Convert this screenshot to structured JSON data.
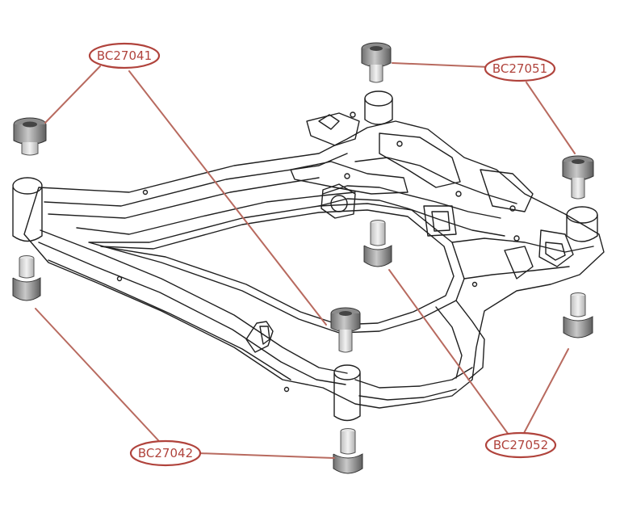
{
  "callouts": {
    "bc27041": {
      "label": "BC27041"
    },
    "bc27051": {
      "label": "BC27051"
    },
    "bc27042": {
      "label": "BC27042"
    },
    "bc27052": {
      "label": "BC27052"
    }
  },
  "colors": {
    "callout": "#b0433c",
    "leader": "#b86a5f",
    "line_art": "#1f1f1f",
    "bushing_rubber": "#9a9a9a",
    "bushing_metal": "#e0e0e0"
  }
}
